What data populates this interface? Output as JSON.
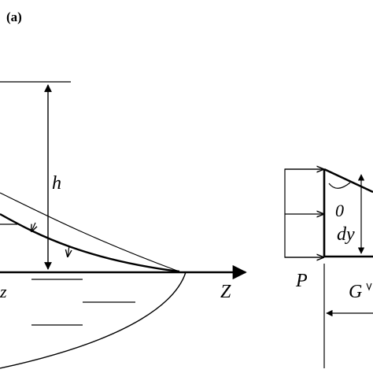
{
  "panel_label": "(a)",
  "labels": {
    "h": "h",
    "z_axis": "Z",
    "z_lower": "z",
    "theta": "0",
    "dy": "dy",
    "p": "P",
    "g": "G"
  },
  "colors": {
    "ink": "#000000",
    "background": "#ffffff"
  }
}
